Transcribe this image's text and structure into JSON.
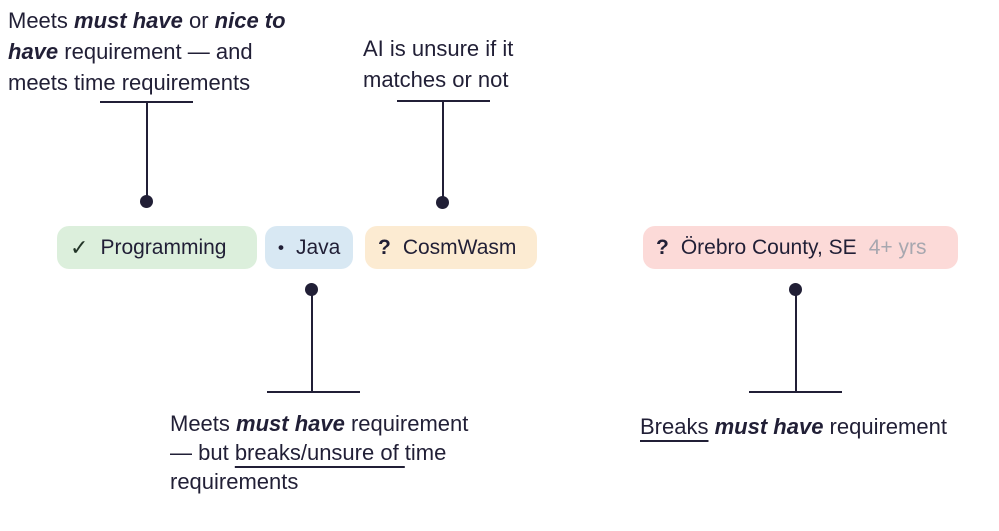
{
  "colors": {
    "text": "#211f36",
    "connector_line": "#211f36",
    "muted_suffix": "#a7a7af",
    "check_icon": "#233528",
    "pill_green_bg": "#dcefdc",
    "pill_blue_bg": "#d8e8f3",
    "pill_orange_bg": "#fcebd2",
    "pill_pink_bg": "#fcdad8"
  },
  "annotations": {
    "top_left": {
      "segments": [
        {
          "t": "Meets "
        },
        {
          "t": "must have",
          "em": true
        },
        {
          "t": " or "
        },
        {
          "t": "nice to\nhave",
          "em": true
        },
        {
          "t": " requirement — and\nmeets time requirements"
        }
      ]
    },
    "top_middle": {
      "segments": [
        {
          "t": "AI is unsure if it\nmatches or not"
        }
      ]
    },
    "bottom_middle": {
      "segments": [
        {
          "t": "Meets "
        },
        {
          "t": "must have",
          "em": true
        },
        {
          "t": " requirement\n— but "
        },
        {
          "t": "breaks/unsure of ",
          "u": true
        },
        {
          "t": "time\nrequirements"
        }
      ]
    },
    "bottom_right": {
      "segments": [
        {
          "t": "Breaks",
          "u": true
        },
        {
          "t": " "
        },
        {
          "t": "must have",
          "em": true
        },
        {
          "t": " requirement"
        }
      ]
    }
  },
  "pills": [
    {
      "icon": "✓",
      "label": "Programming",
      "tone": "green"
    },
    {
      "icon": "•",
      "label": "Java",
      "tone": "blue"
    },
    {
      "icon": "?",
      "label": "CosmWasm",
      "tone": "orange"
    },
    {
      "icon": "?",
      "label": "Örebro County, SE",
      "suffix": "4+ yrs",
      "tone": "pink"
    }
  ]
}
